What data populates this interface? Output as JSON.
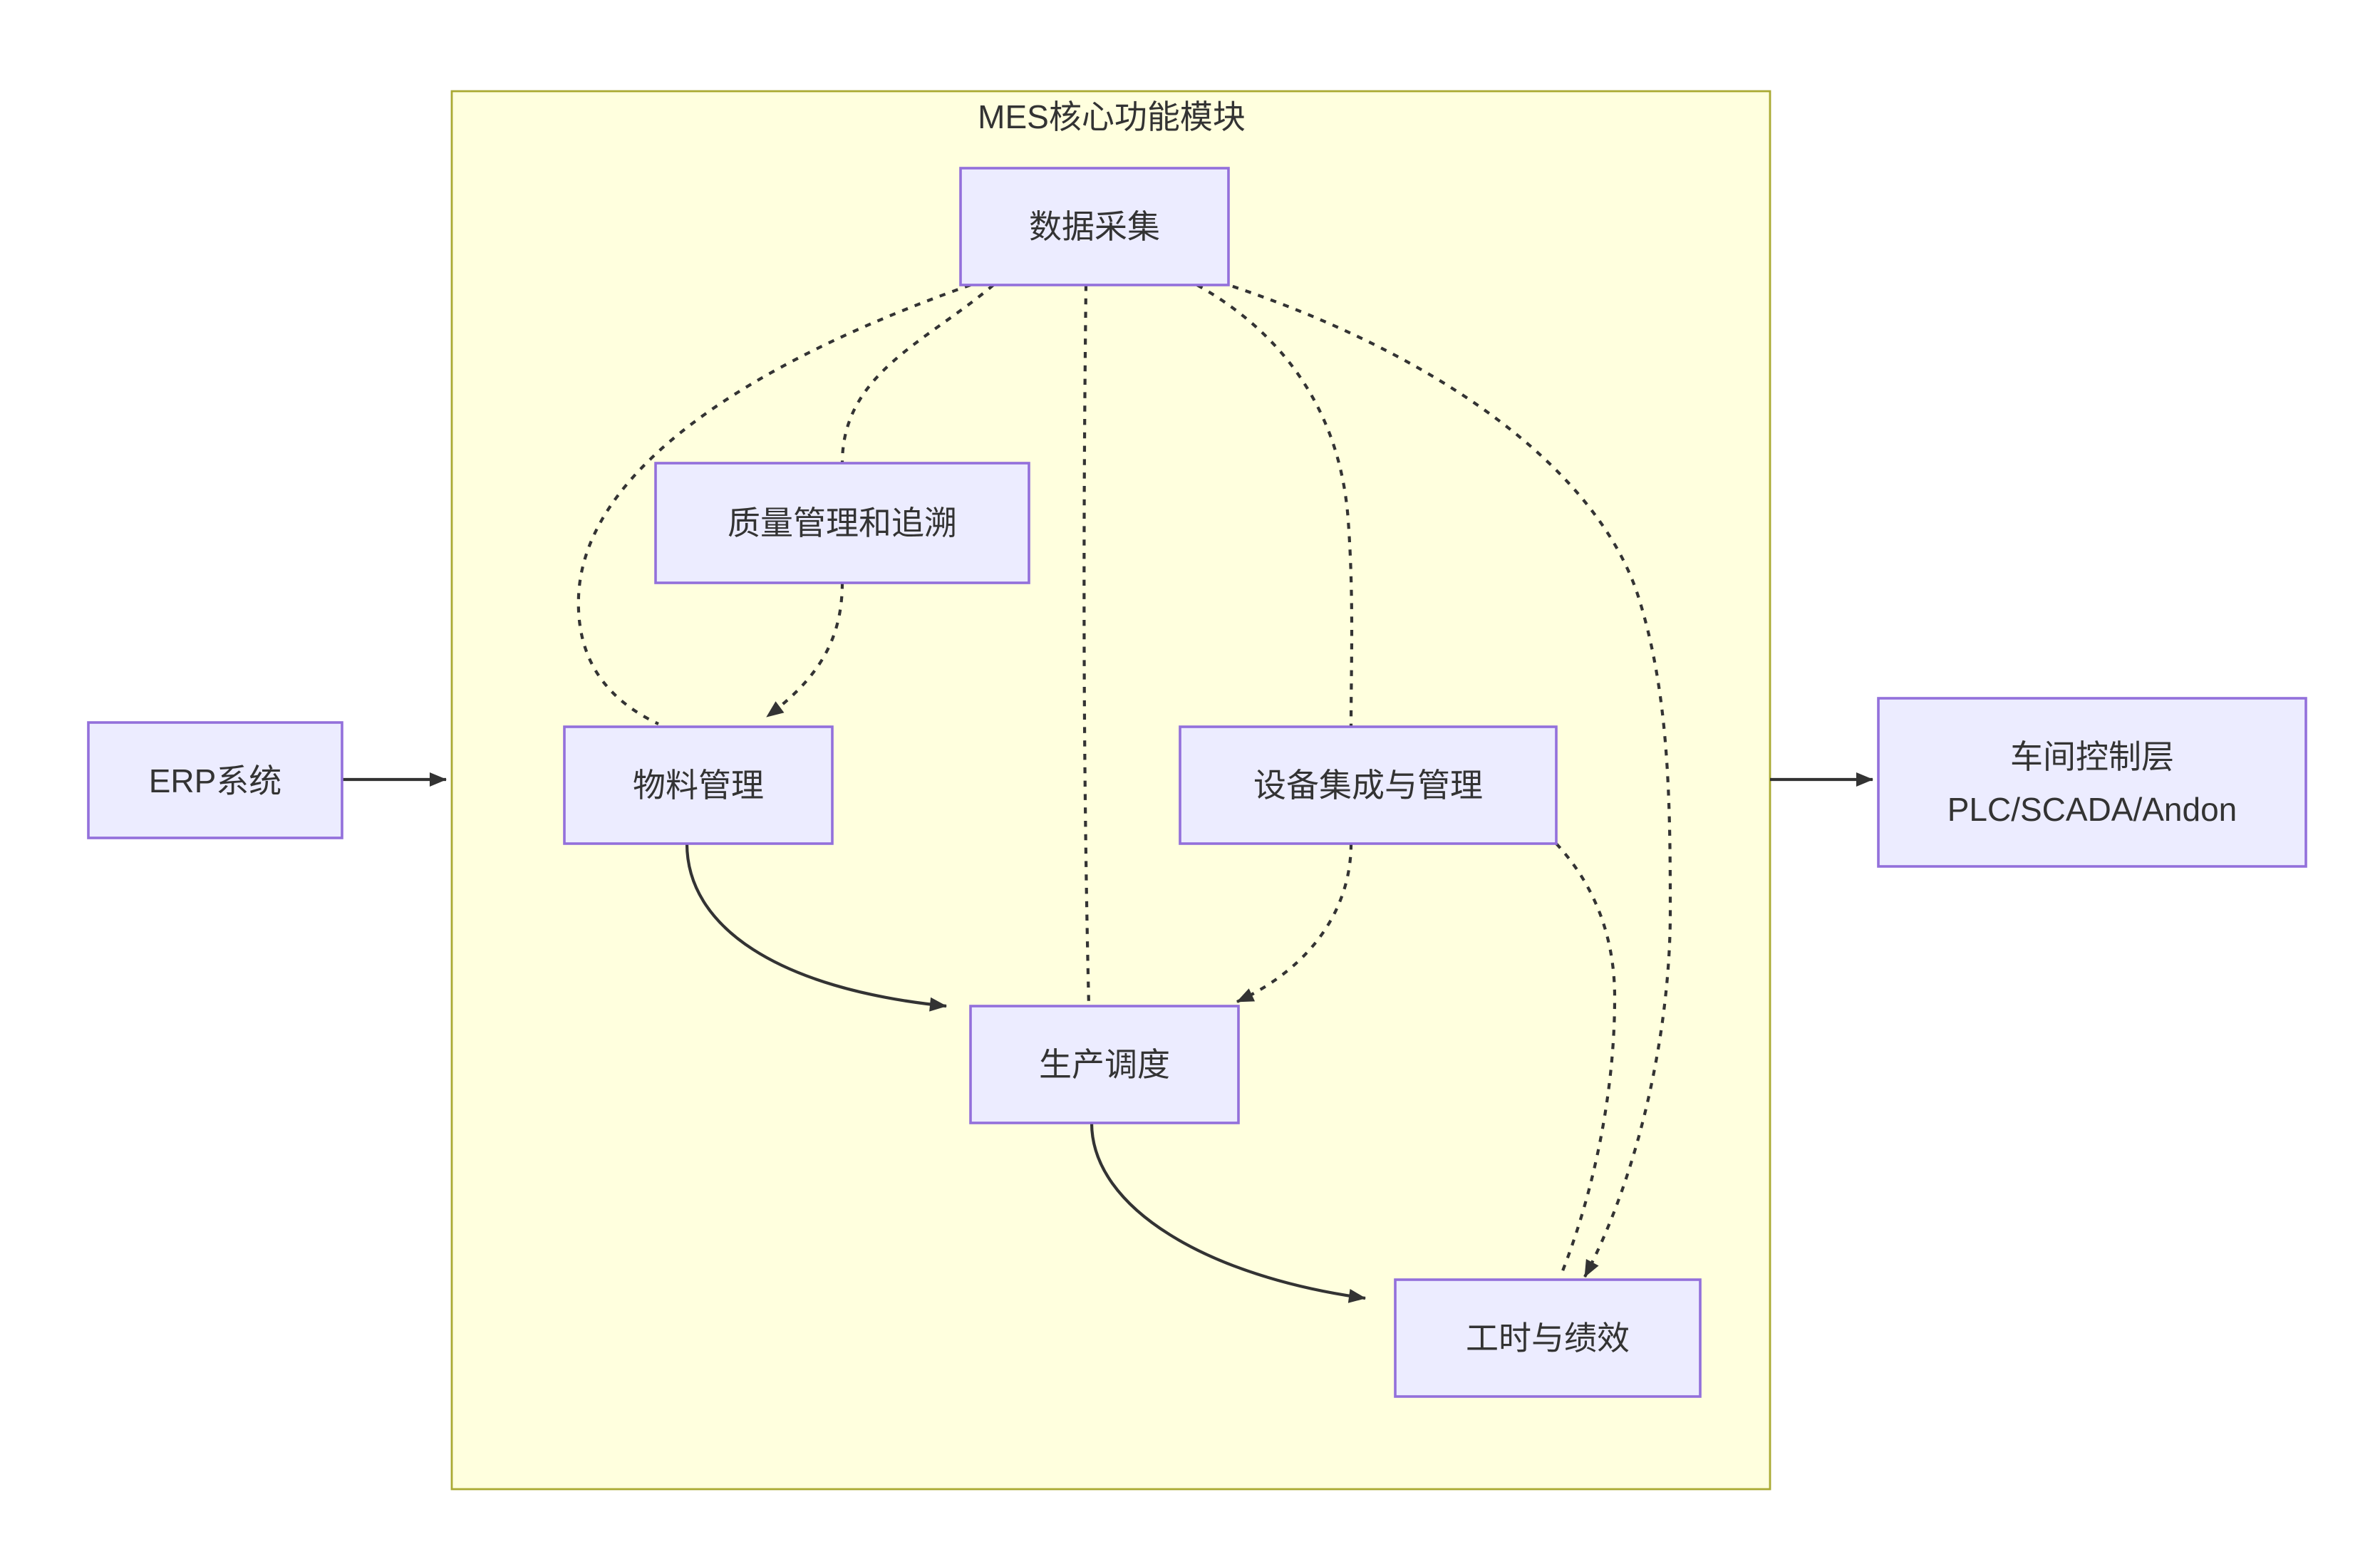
{
  "diagram": {
    "type": "flowchart",
    "cluster": {
      "title": "MES核心功能模块"
    },
    "nodes": {
      "data_collection": {
        "label": "数据采集"
      },
      "quality": {
        "label": "质量管理和追溯"
      },
      "material": {
        "label": "物料管理"
      },
      "equipment": {
        "label": "设备集成与管理"
      },
      "scheduling": {
        "label": "生产调度"
      },
      "labor": {
        "label": "工时与绩效"
      },
      "erp": {
        "label": "ERP系统"
      },
      "shopfloor": {
        "label_line1": "车间控制层",
        "label_line2": "PLC/SCADA/Andon"
      }
    },
    "edges": [
      {
        "from": "ERP系统",
        "to": "MES核心功能模块",
        "style": "solid",
        "arrow": true
      },
      {
        "from": "MES核心功能模块",
        "to": "车间控制层 PLC/SCADA/Andon",
        "style": "solid",
        "arrow": true
      },
      {
        "from": "数据采集",
        "to": "质量管理和追溯",
        "style": "dotted",
        "arrow": false
      },
      {
        "from": "数据采集",
        "to": "物料管理",
        "style": "dotted",
        "arrow": false
      },
      {
        "from": "数据采集",
        "to": "生产调度",
        "style": "dotted",
        "arrow": false
      },
      {
        "from": "数据采集",
        "to": "设备集成与管理",
        "style": "dotted",
        "arrow": false
      },
      {
        "from": "数据采集",
        "to": "工时与绩效",
        "style": "dotted",
        "arrow": true
      },
      {
        "from": "质量管理和追溯",
        "to": "物料管理",
        "style": "dotted",
        "arrow": true
      },
      {
        "from": "设备集成与管理",
        "to": "生产调度",
        "style": "dotted",
        "arrow": true
      },
      {
        "from": "设备集成与管理",
        "to": "工时与绩效",
        "style": "dotted",
        "arrow": false
      },
      {
        "from": "物料管理",
        "to": "生产调度",
        "style": "solid",
        "arrow": true
      },
      {
        "from": "生产调度",
        "to": "工时与绩效",
        "style": "solid",
        "arrow": true
      }
    ],
    "colors": {
      "node_fill": "#ECECFF",
      "node_border": "#9370DB",
      "cluster_fill": "#FFFFDE",
      "cluster_border": "#AAAA33",
      "edge": "#333333",
      "text": "#333333",
      "background": "#FFFFFF"
    }
  }
}
